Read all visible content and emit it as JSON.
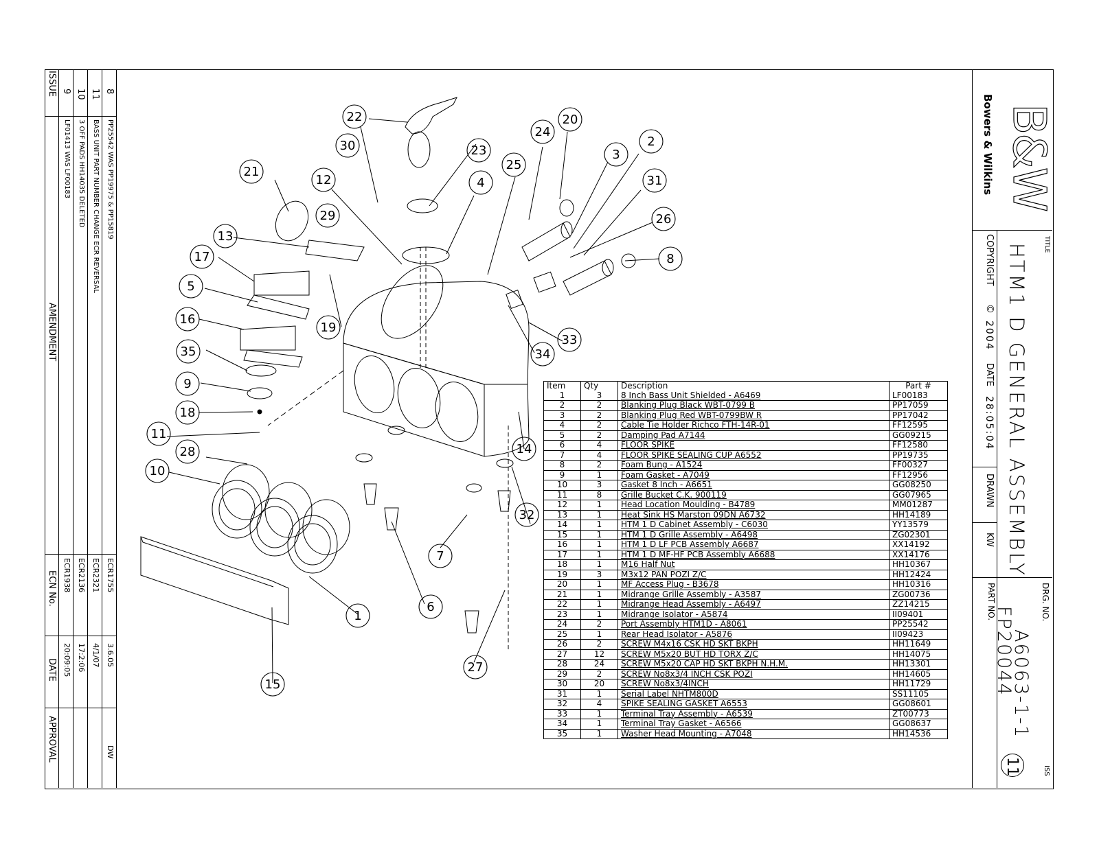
{
  "title_block": {
    "brand_logo": "B&W",
    "brand_name": "Bowers & Wilkins",
    "title_label": "TITLE",
    "title": "HTM1 D GENERAL ASSEMBLY",
    "copyright_label": "COPYRIGHT",
    "copyright_year": "2004",
    "date_label": "DATE",
    "date": "28:05:04",
    "drawn_label": "DRAWN",
    "drawn_by": "KW",
    "drg_no_label": "DRG. NO.",
    "drg_no": "A6063-1-1",
    "part_no_label": "PART NO.",
    "part_no": "FP20044",
    "iss_label": "ISS",
    "iss": "11"
  },
  "amendments": {
    "headers": {
      "issue": "ISSUE",
      "amendment": "AMENDMENT",
      "ecn": "ECN No.",
      "date": "DATE",
      "approval": "APPROVAL"
    },
    "rows": [
      {
        "issue": "8",
        "amendment": "PP25542 WAS PP19975 & PP15819",
        "ecn": "ECR1755",
        "date": "3.6.05",
        "approval": "DW"
      },
      {
        "issue": "11",
        "amendment": "BASS UNIT PART NUMBER CHANGE ECR REVERSAL",
        "ecn": "ECR2321",
        "date": "4/1/07",
        "approval": ""
      },
      {
        "issue": "10",
        "amendment": "3 OFF PADS HH14035 DELETED",
        "ecn": "ECR2136",
        "date": "17:2:06",
        "approval": ""
      },
      {
        "issue": "9",
        "amendment": "LF01413 WAS LF00183",
        "ecn": "ECR1938",
        "date": "20:09:05",
        "approval": ""
      }
    ]
  },
  "parts_table": {
    "headers": [
      "Item",
      "Qty",
      "Description",
      "Part #"
    ],
    "rows": [
      [
        "1",
        "3",
        "8 Inch Bass Unit Shielded - A6469",
        "LF00183"
      ],
      [
        "2",
        "2",
        "Blanking Plug Black WBT-0799 B",
        "PP17059"
      ],
      [
        "3",
        "2",
        "Blanking Plug Red WBT-0799BW R",
        "PP17042"
      ],
      [
        "4",
        "2",
        "Cable Tie Holder Richco FTH-14R-01",
        "FF12595"
      ],
      [
        "5",
        "2",
        "Damping Pad A7144",
        "GG09215"
      ],
      [
        "6",
        "4",
        "FLOOR SPIKE",
        "FF12580"
      ],
      [
        "7",
        "4",
        "FLOOR SPIKE SEALING CUP A6552",
        "PP19735"
      ],
      [
        "8",
        "2",
        "Foam Bung - A1524",
        "FF00327"
      ],
      [
        "9",
        "1",
        "Foam Gasket - A7049",
        "FF12956"
      ],
      [
        "10",
        "3",
        "Gasket 8 Inch - A6651",
        "GG08250"
      ],
      [
        "11",
        "8",
        "Grille Bucket C.K. 900119",
        "GG07965"
      ],
      [
        "12",
        "1",
        "Head Location Moulding - B4789",
        "MM01287"
      ],
      [
        "13",
        "1",
        "Heat Sink HS Marston 09DN A6732",
        "HH14189"
      ],
      [
        "14",
        "1",
        "HTM 1 D Cabinet Assembly - C6030",
        "YY13579"
      ],
      [
        "15",
        "1",
        "HTM 1 D Grille Assembly - A6498",
        "ZG02301"
      ],
      [
        "16",
        "1",
        "HTM 1 D LF PCB Assembly A6687",
        "XX14192"
      ],
      [
        "17",
        "1",
        "HTM 1 D MF-HF PCB Assembly A6688",
        "XX14176"
      ],
      [
        "18",
        "1",
        "M16 Half Nut",
        "HH10367"
      ],
      [
        "19",
        "3",
        "M3x12 PAN POZI Z/C",
        "HH12424"
      ],
      [
        "20",
        "1",
        "MF Access Plug - B3678",
        "HH10316"
      ],
      [
        "21",
        "1",
        "Midrange Grille Assembly - A3587",
        "ZG00736"
      ],
      [
        "22",
        "1",
        "Midrange Head Assembly - A6497",
        "ZZ14215"
      ],
      [
        "23",
        "1",
        "Midrange Isolator - A5874",
        "II09401"
      ],
      [
        "24",
        "2",
        "Port Assembly HTM1D - A8061",
        "PP25542"
      ],
      [
        "25",
        "1",
        "Rear Head Isolator - A5876",
        "II09423"
      ],
      [
        "26",
        "2",
        "SCREW M4x16 CSK HD SKT BKPH",
        "HH11649"
      ],
      [
        "27",
        "12",
        "SCREW M5x20 BUT HD TORX Z/C",
        "HH14075"
      ],
      [
        "28",
        "24",
        "SCREW M5x20 CAP HD SKT BKPH N.H.M.",
        "HH13301"
      ],
      [
        "29",
        "2",
        "SCREW No8x3/4 INCH CSK POZI",
        "HH14605"
      ],
      [
        "30",
        "20",
        "SCREW No8x3/4INCH",
        "HH11729"
      ],
      [
        "31",
        "1",
        "Serial Label NHTM800D",
        "SS11105"
      ],
      [
        "32",
        "4",
        "SPIKE SEALING GASKET A6553",
        "GG08601"
      ],
      [
        "33",
        "1",
        "Terminal Tray Assembly - A6539",
        "ZT00773"
      ],
      [
        "34",
        "1",
        "Terminal Tray Gasket - A6566",
        "GG08637"
      ],
      [
        "35",
        "1",
        "Washer Head Mounting - A7048",
        "HH14536"
      ]
    ]
  },
  "callouts": [
    "1",
    "2",
    "3",
    "4",
    "5",
    "6",
    "7",
    "8",
    "9",
    "10",
    "11",
    "12",
    "13",
    "14",
    "15",
    "16",
    "17",
    "18",
    "19",
    "20",
    "21",
    "22",
    "23",
    "24",
    "25",
    "26",
    "27",
    "28",
    "29",
    "30",
    "31",
    "32",
    "33",
    "34",
    "35"
  ]
}
